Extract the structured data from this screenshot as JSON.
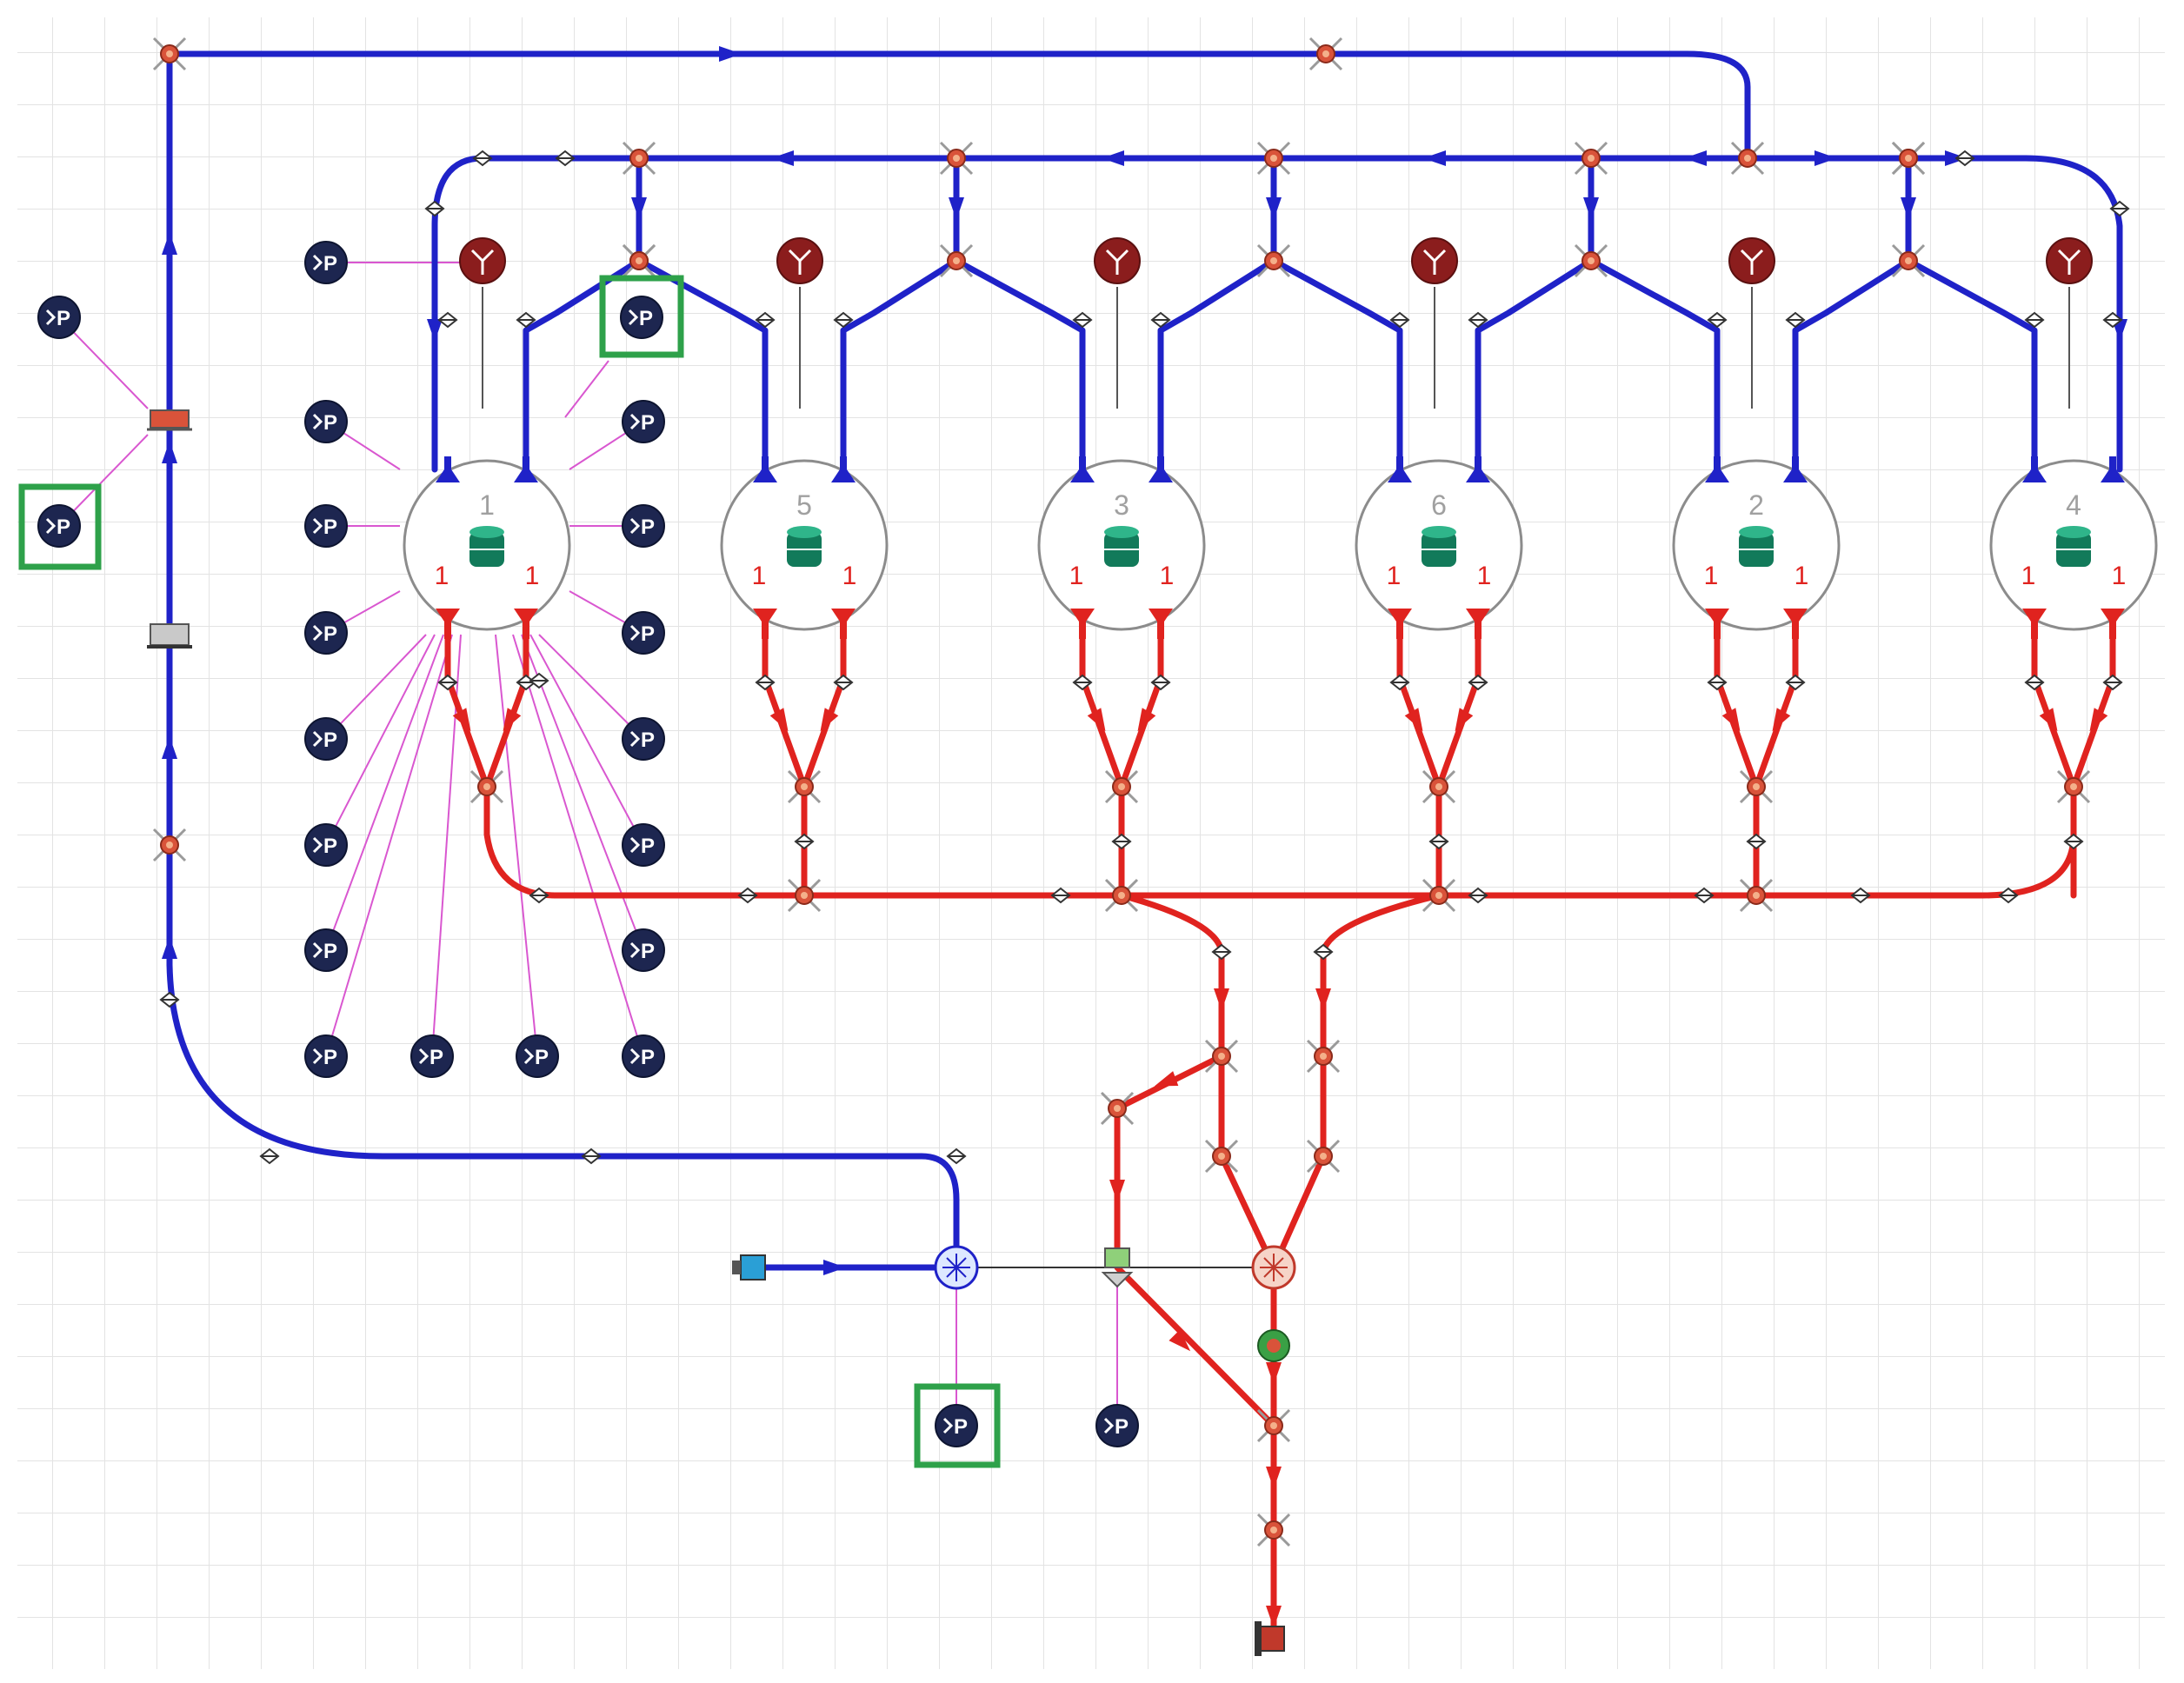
{
  "colors": {
    "supply": "#1f22c8",
    "return": "#e0231f",
    "signal": "#d957d0",
    "sensor_fill": "#1d2650",
    "highlight": "#2ea14a",
    "grid": "#e3e3e3",
    "tank_outline": "#8c8c8c",
    "tank_icon": "#127a5a",
    "fan": "#8b1d1d",
    "valve": "#d9533a"
  },
  "icons": {
    "sensor": "sensor-p-icon",
    "valve": "valve-cross-icon",
    "tank": "tank-icon",
    "fan": "fan-icon",
    "pump": "pump-icon",
    "junction": "junction-node-icon"
  },
  "sensor_label": "P",
  "units": [
    {
      "id": "unit-1",
      "label": "1",
      "left_count": "1",
      "right_count": "1"
    },
    {
      "id": "unit-5",
      "label": "5",
      "left_count": "1",
      "right_count": "1"
    },
    {
      "id": "unit-3",
      "label": "3",
      "left_count": "1",
      "right_count": "1"
    },
    {
      "id": "unit-6",
      "label": "6",
      "left_count": "1",
      "right_count": "1"
    },
    {
      "id": "unit-2",
      "label": "2",
      "left_count": "1",
      "right_count": "1"
    },
    {
      "id": "unit-4",
      "label": "4",
      "left_count": "1",
      "right_count": "1"
    }
  ]
}
